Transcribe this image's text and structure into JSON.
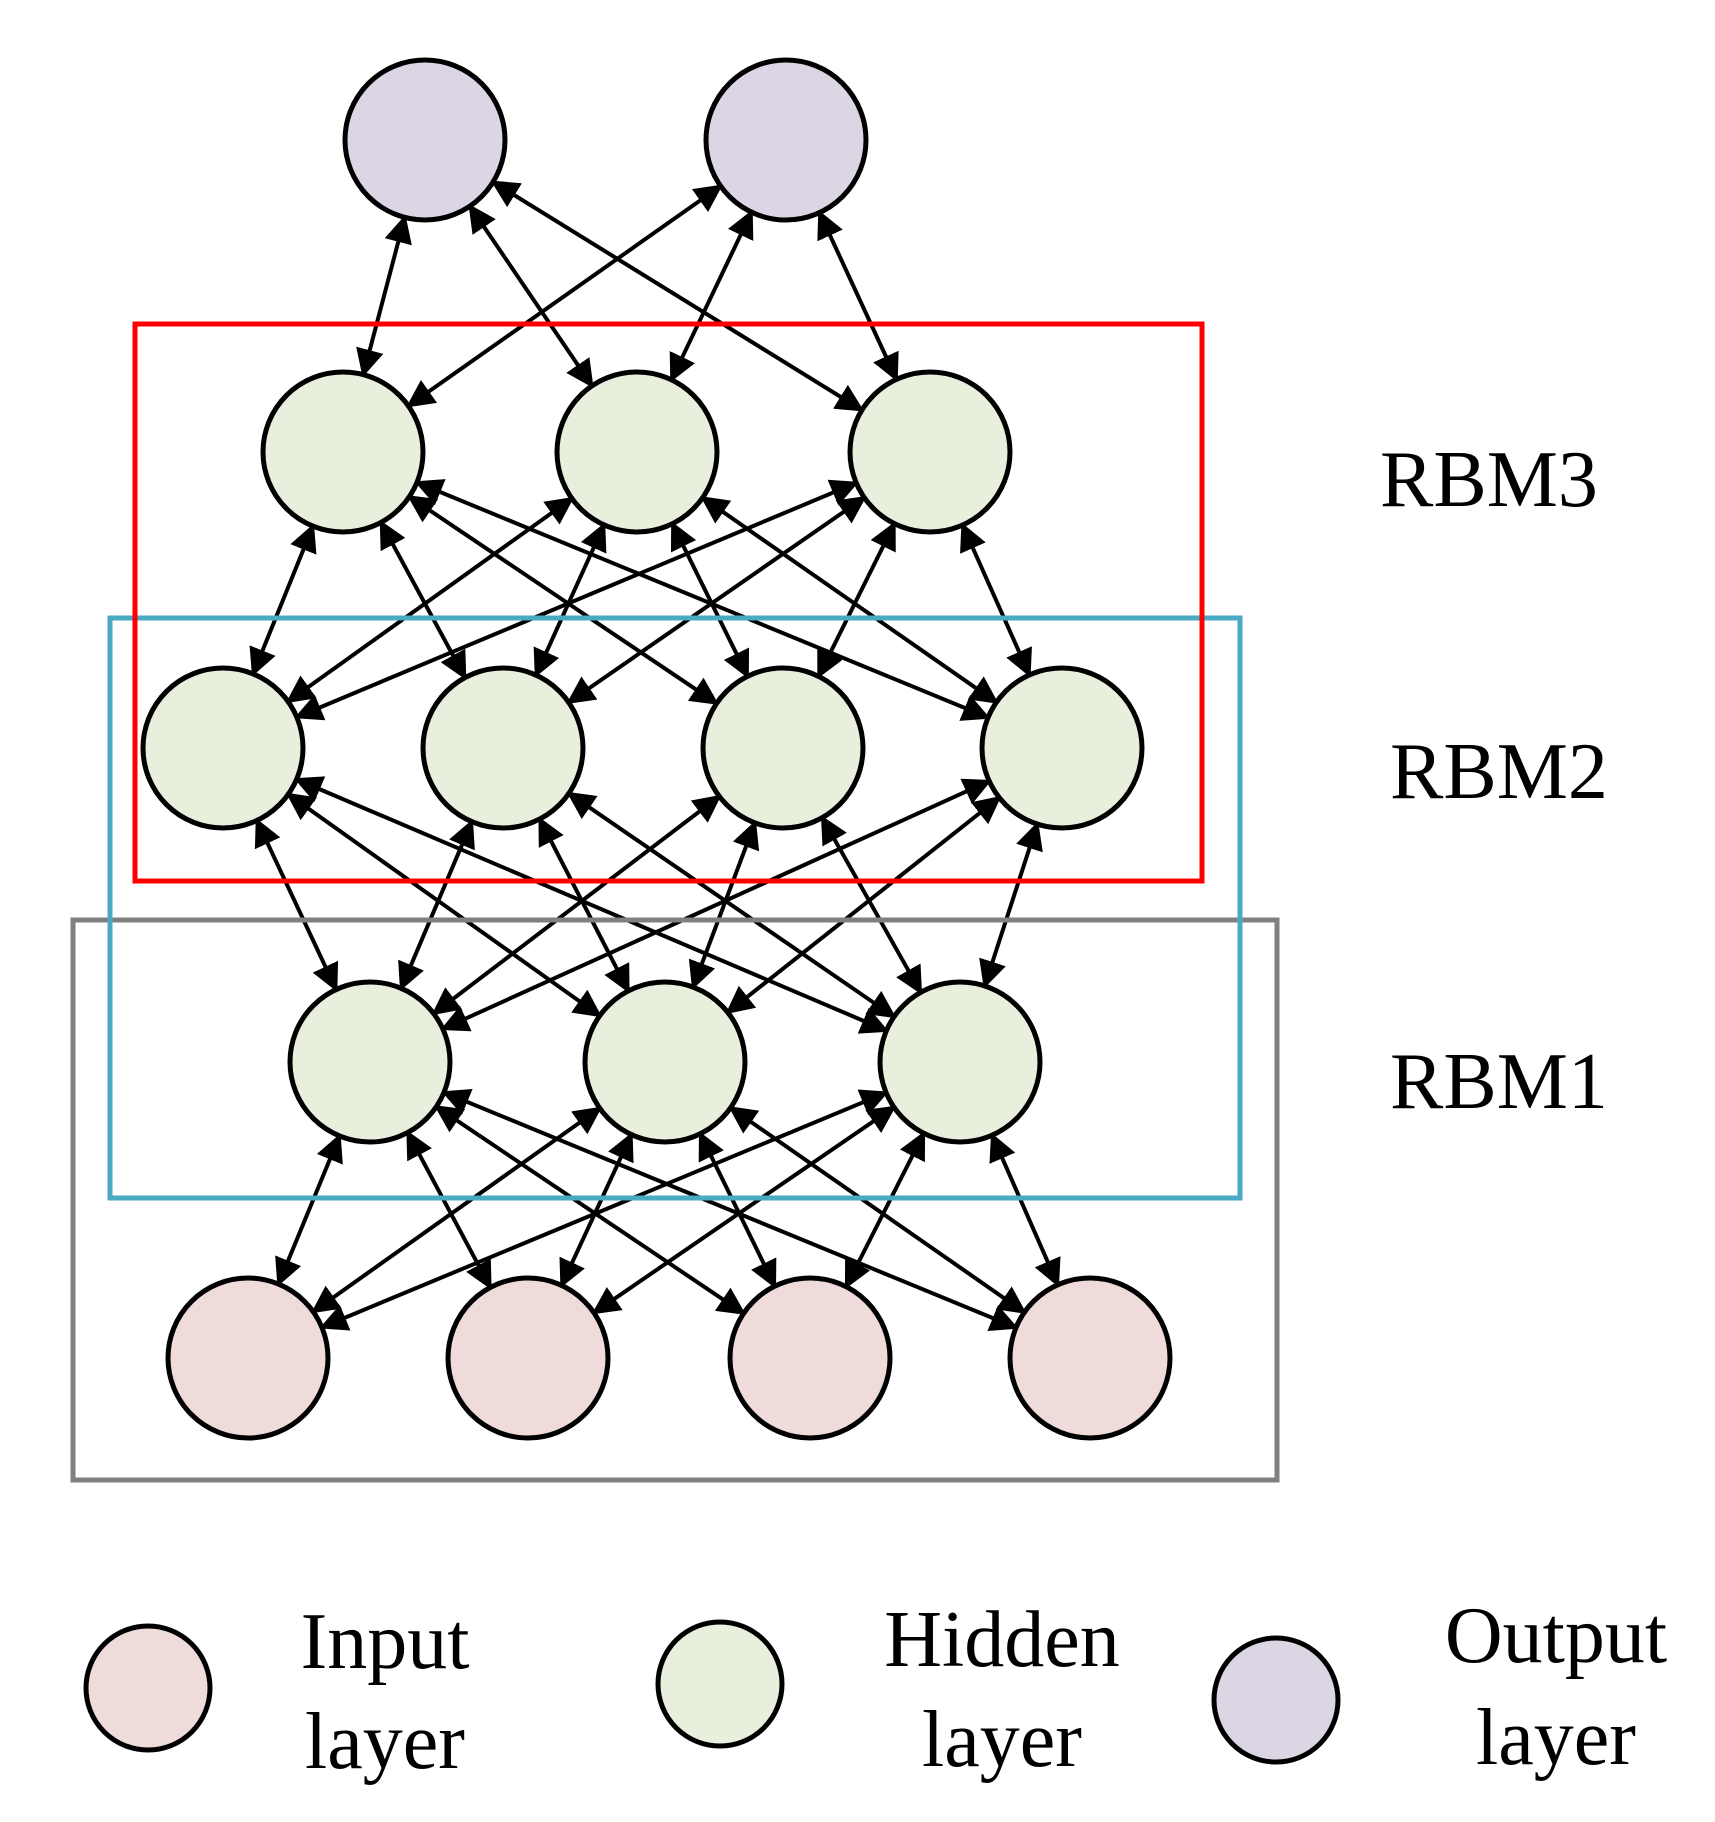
{
  "colors": {
    "input": "#efdcda",
    "hidden": "#e9efdd",
    "output": "#dcd6e4",
    "node_stroke": "#000000",
    "edge": "#000000",
    "rbm1_box": "#808080",
    "rbm2_box": "#4aaac4",
    "rbm3_box": "#ff0000"
  },
  "network": {
    "layers": [
      {
        "role": "input",
        "nodes": 4
      },
      {
        "role": "hidden",
        "nodes": 3
      },
      {
        "role": "hidden",
        "nodes": 4
      },
      {
        "role": "hidden",
        "nodes": 3
      },
      {
        "role": "output",
        "nodes": 2
      }
    ],
    "connections": "fully connected between adjacent layers, bidirectional arrows"
  },
  "rbm_labels": {
    "rbm3": "RBM3",
    "rbm2": "RBM2",
    "rbm1": "RBM1"
  },
  "legend": {
    "input": {
      "line1": "Input",
      "line2": "layer"
    },
    "hidden": {
      "line1": "Hidden",
      "line2": "layer"
    },
    "output": {
      "line1": "Output",
      "line2": "layer"
    }
  }
}
